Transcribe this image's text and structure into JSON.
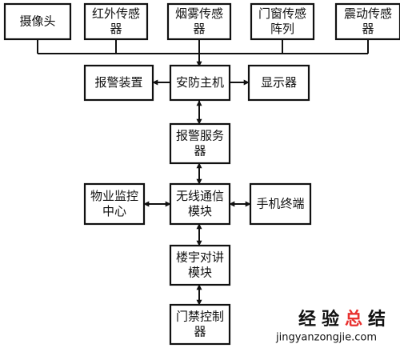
{
  "diagram": {
    "nodes": [
      {
        "id": "camera",
        "lines": [
          "摄像头"
        ]
      },
      {
        "id": "infrared",
        "lines": [
          "红外传感",
          "器"
        ]
      },
      {
        "id": "smoke",
        "lines": [
          "烟雾传感",
          "器"
        ]
      },
      {
        "id": "door-window",
        "lines": [
          "门窗传感",
          "阵列"
        ]
      },
      {
        "id": "vibration",
        "lines": [
          "震动传感",
          "器"
        ]
      },
      {
        "id": "alarm-device",
        "lines": [
          "报警装置"
        ]
      },
      {
        "id": "host",
        "lines": [
          "安防主机"
        ]
      },
      {
        "id": "display",
        "lines": [
          "显示器"
        ]
      },
      {
        "id": "alarm-server",
        "lines": [
          "报警服务",
          "器"
        ]
      },
      {
        "id": "property-center",
        "lines": [
          "物业监控",
          "中心"
        ]
      },
      {
        "id": "wireless",
        "lines": [
          "无线通信",
          "模块"
        ]
      },
      {
        "id": "mobile",
        "lines": [
          "手机终端"
        ]
      },
      {
        "id": "intercom",
        "lines": [
          "楼宇对讲",
          "模块"
        ]
      },
      {
        "id": "access-control",
        "lines": [
          "门禁控制",
          "器"
        ]
      }
    ]
  },
  "watermark": {
    "chars": [
      "经",
      "验",
      "总",
      "结"
    ],
    "colors": [
      "#111111",
      "#111111",
      "#e8312f",
      "#111111"
    ],
    "url": "jingyanzongjie.com"
  }
}
